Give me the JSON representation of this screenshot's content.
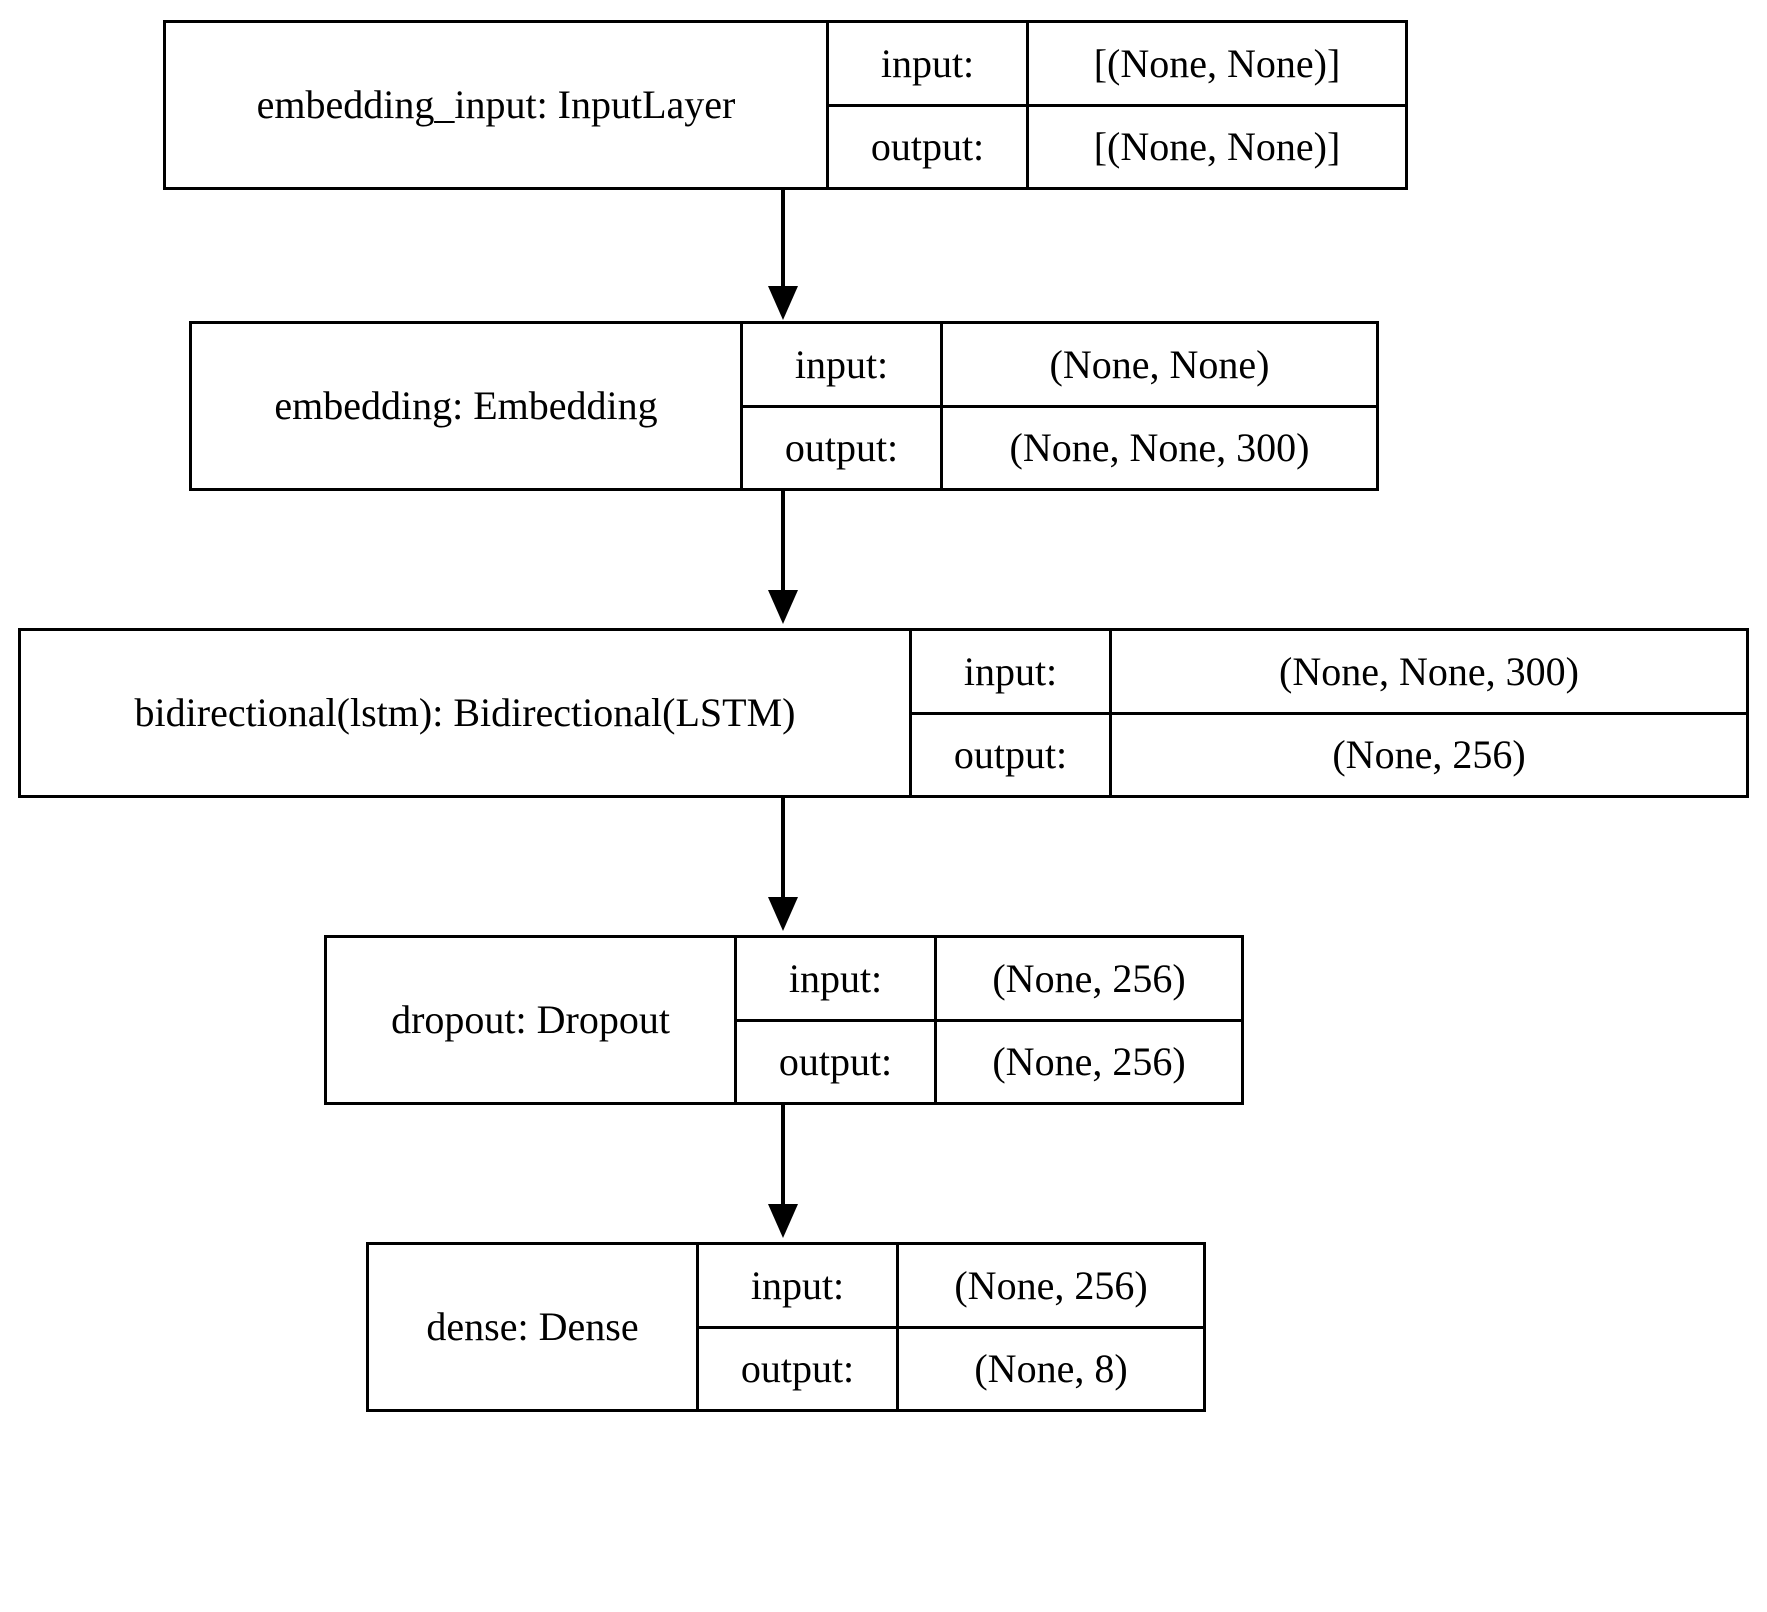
{
  "diagram": {
    "type": "keras-model-plot",
    "title": "",
    "orientation": "top-to-bottom",
    "background_color": "#ffffff",
    "line_color": "#000000",
    "labels": {
      "input_key": "input:",
      "output_key": "output:"
    },
    "nodes": [
      {
        "id": "embedding_input",
        "name": "embedding_input: InputLayer",
        "input_key": "input:",
        "input_shape": "[(None, None)]",
        "output_key": "output:",
        "output_shape": "[(None, None)]"
      },
      {
        "id": "embedding",
        "name": "embedding: Embedding",
        "input_key": "input:",
        "input_shape": "(None, None)",
        "output_key": "output:",
        "output_shape": "(None, None, 300)"
      },
      {
        "id": "bidirectional_lstm",
        "name": "bidirectional(lstm): Bidirectional(LSTM)",
        "input_key": "input:",
        "input_shape": "(None, None, 300)",
        "output_key": "output:",
        "output_shape": "(None, 256)"
      },
      {
        "id": "dropout",
        "name": "dropout: Dropout",
        "input_key": "input:",
        "input_shape": "(None, 256)",
        "output_key": "output:",
        "output_shape": "(None, 256)"
      },
      {
        "id": "dense",
        "name": "dense: Dense",
        "input_key": "input:",
        "input_shape": "(None, 256)",
        "output_key": "output:",
        "output_shape": "(None, 8)"
      }
    ],
    "edges": [
      {
        "from": "embedding_input",
        "to": "embedding"
      },
      {
        "from": "embedding",
        "to": "bidirectional_lstm"
      },
      {
        "from": "bidirectional_lstm",
        "to": "dropout"
      },
      {
        "from": "dropout",
        "to": "dense"
      }
    ]
  }
}
